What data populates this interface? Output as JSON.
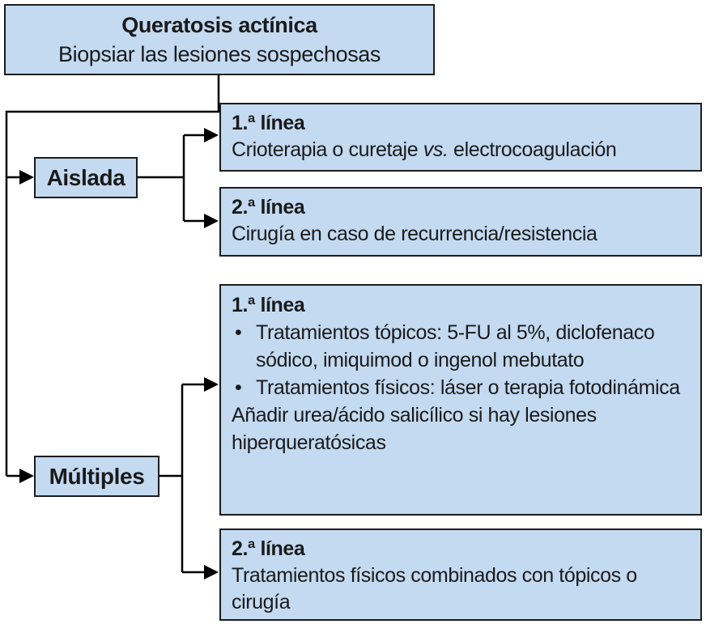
{
  "root": {
    "title": "Queratosis actínica",
    "subtitle": "Biopsiar las lesiones sospechosas"
  },
  "branches": {
    "aislada": {
      "label": "Aislada",
      "first_line": {
        "heading": "1.ª línea",
        "text_pre": "Crioterapia o curetaje ",
        "text_italic": "vs.",
        "text_post": " electrocoagulación"
      },
      "second_line": {
        "heading": "2.ª línea",
        "text": "Cirugía en caso de recurrencia/resistencia"
      }
    },
    "multiples": {
      "label": "Múltiples",
      "first_line": {
        "heading": "1.ª línea",
        "bullets": [
          "Tratamientos tópicos: 5-FU al 5%, diclofenaco sódico, imiquimod o ingenol mebutato",
          "Tratamientos físicos: láser o terapia fotodinámica"
        ],
        "note": "Añadir urea/ácido salicílico si hay lesiones hiperqueratósicas"
      },
      "second_line": {
        "heading": "2.ª línea",
        "text": "Tratamientos físicos combinados con tópicos o cirugía"
      }
    }
  },
  "colors": {
    "box_fill": "#c3daf1",
    "box_border": "#1c1c1c",
    "connector": "#000000",
    "text": "#1a1a1a"
  }
}
